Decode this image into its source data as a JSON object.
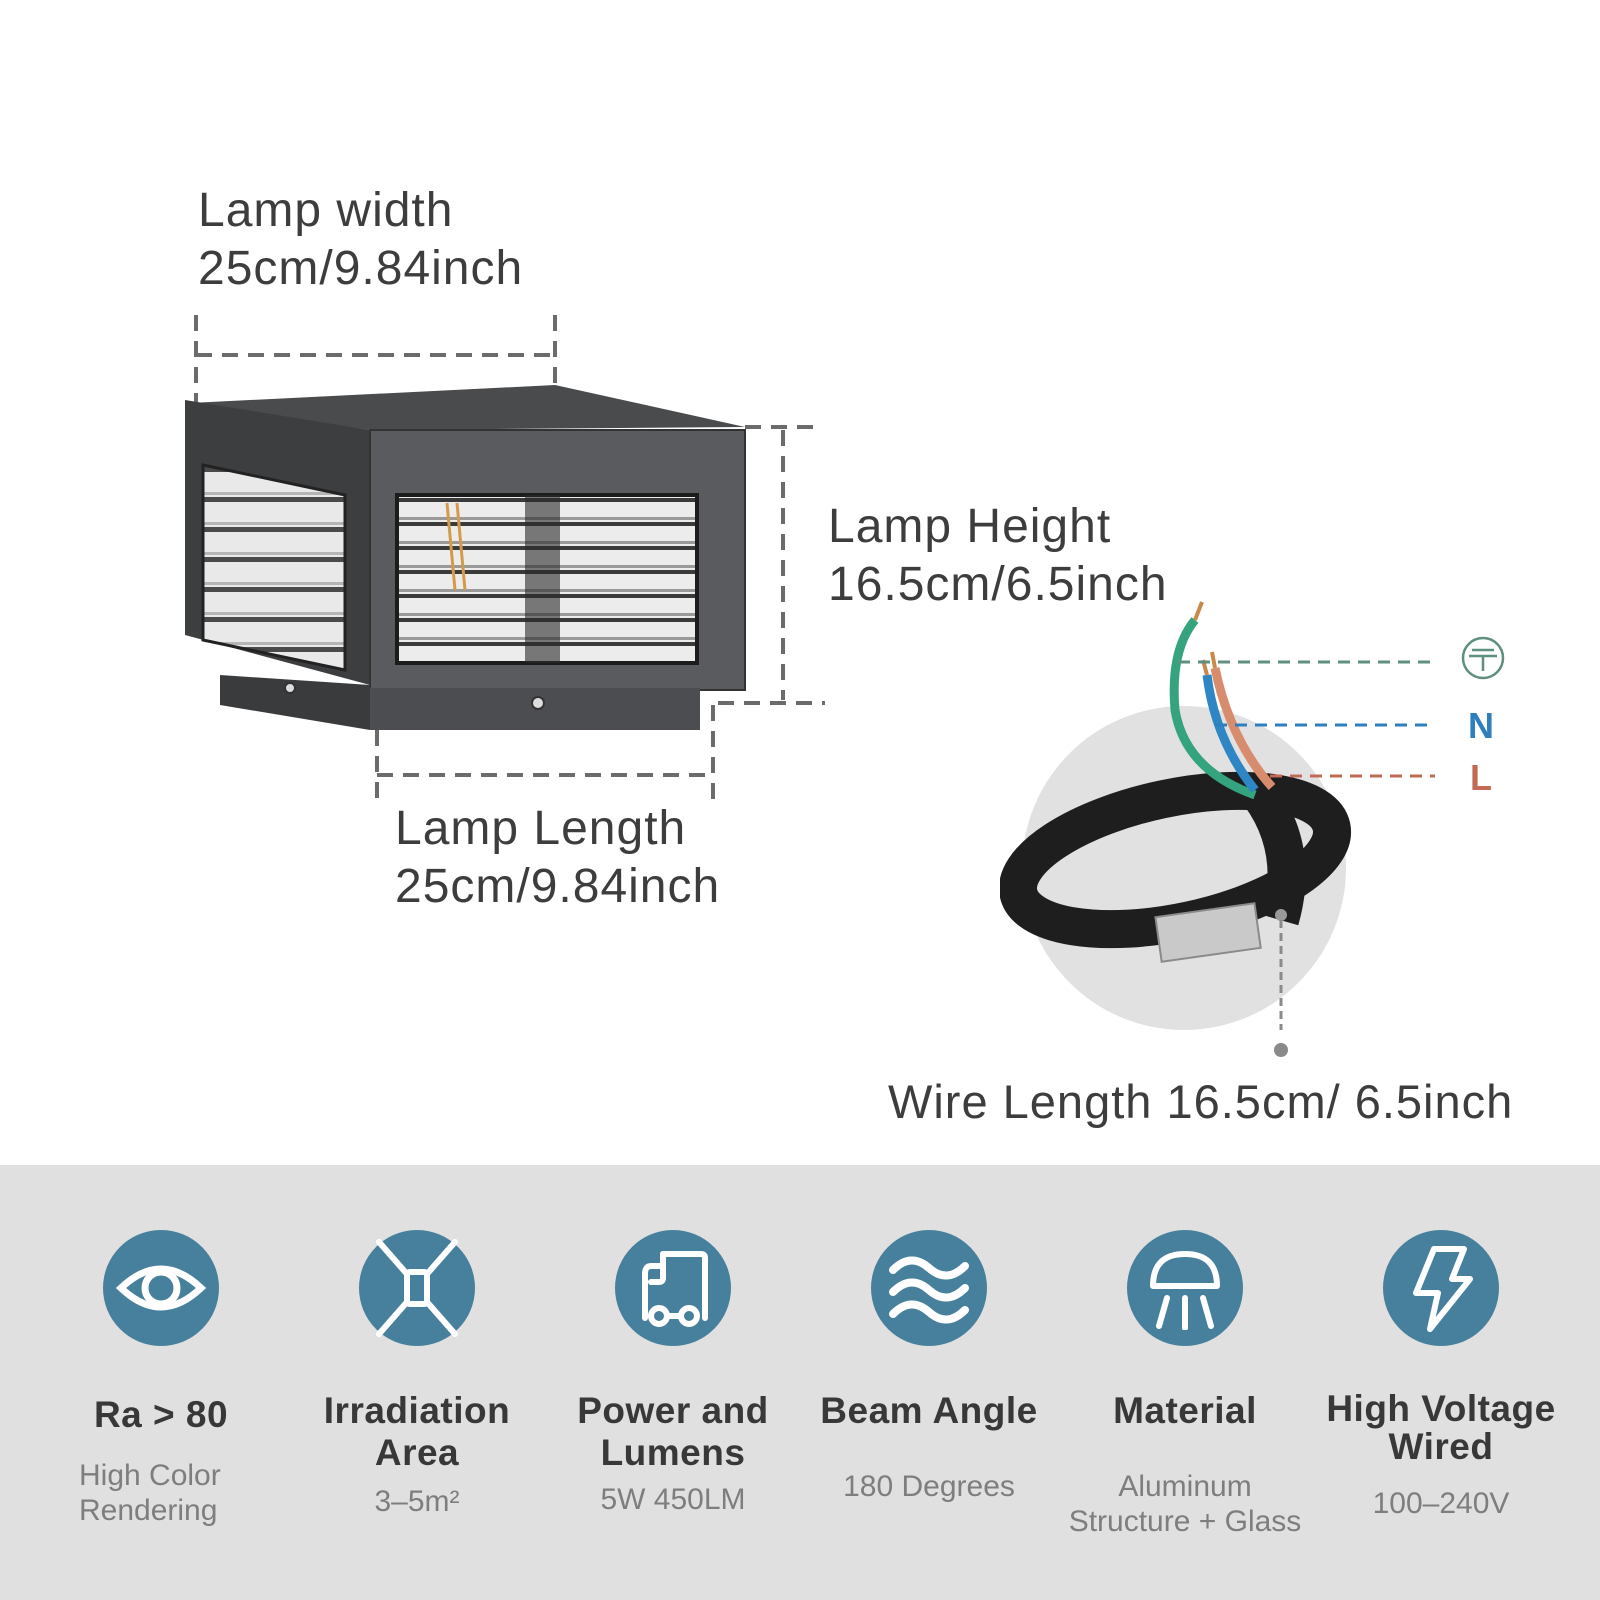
{
  "dimensions": {
    "width": {
      "label": "Lamp width",
      "value": "25cm/9.84inch"
    },
    "height": {
      "label": "Lamp Height",
      "value": "16.5cm/6.5inch"
    },
    "length": {
      "label": "Lamp Length",
      "value": "25cm/9.84inch"
    },
    "wire": {
      "label": "Wire Length 16.5cm/ 6.5inch"
    }
  },
  "wiring": {
    "ground_icon": "earth-ground-icon",
    "neutral_label": "N",
    "live_label": "L",
    "colors": {
      "ground": "#5f8f80",
      "neutral": "#2f7fbf",
      "live": "#c26a53"
    }
  },
  "features": [
    {
      "icon": "eye-icon",
      "title": "Ra > 80",
      "subtitle": "High Color\nRendering"
    },
    {
      "icon": "irradiation-area-icon",
      "title": "Irradiation\nArea",
      "subtitle": "3–5m²"
    },
    {
      "icon": "truck-icon",
      "title": "Power and\nLumens",
      "subtitle": "5W 450LM"
    },
    {
      "icon": "waves-icon",
      "title": "Beam Angle",
      "subtitle": "180 Degrees"
    },
    {
      "icon": "ceiling-lamp-icon",
      "title": "Material",
      "subtitle": "Aluminum\nStructure + Glass"
    },
    {
      "icon": "lightning-bolt-icon",
      "title": "High Voltage\nWired",
      "subtitle": "100–240V"
    }
  ],
  "colors": {
    "icon_bg": "#47809c",
    "band_bg": "#e0e0e0",
    "title": "#383838",
    "subtitle": "#7e7e7e"
  }
}
